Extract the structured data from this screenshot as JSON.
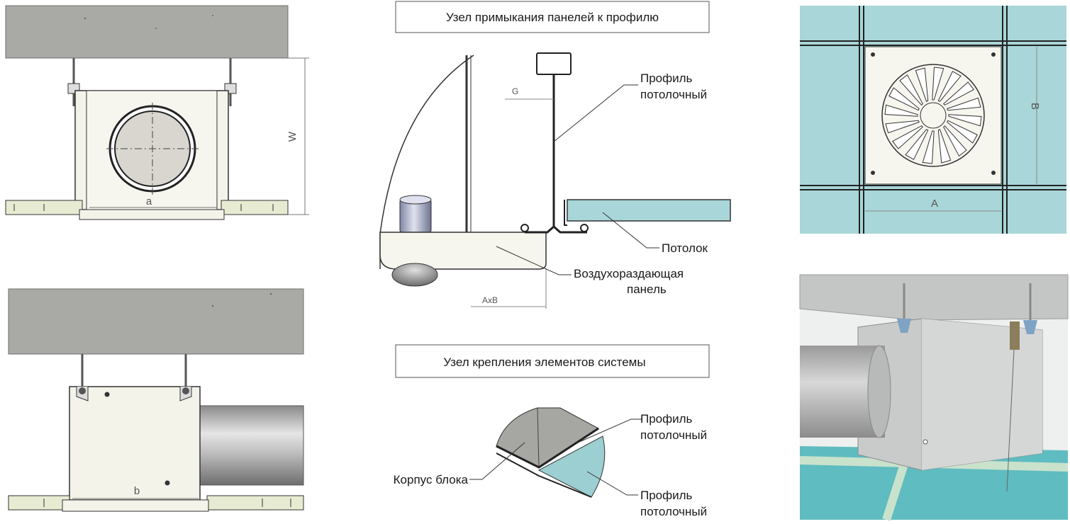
{
  "titles": {
    "panel_junction": "Узел примыкания панелей к профилю",
    "mounting_node": "Узел крепления элементов системы"
  },
  "callouts": {
    "profile_top_1": "Профиль",
    "profile_top_2": "потолочный",
    "ceiling": "Потолок",
    "air_panel_1": "Воздухораздающая",
    "air_panel_2": "панель",
    "profile_mid_1": "Профиль",
    "profile_mid_2": "потолочный",
    "body_block": "Корпус блока",
    "profile_bot_1": "Профиль",
    "profile_bot_2": "потолочный"
  },
  "dimensions": {
    "a": "a",
    "b": "b",
    "W": "W",
    "G": "G",
    "AxB": "AxB",
    "A": "A",
    "B": "B"
  },
  "colors": {
    "concrete": "#a9a9a6",
    "ceiling_tile": "#a9d6d8",
    "rail": "#e6ebd2",
    "panel": "#f4f3ea"
  }
}
